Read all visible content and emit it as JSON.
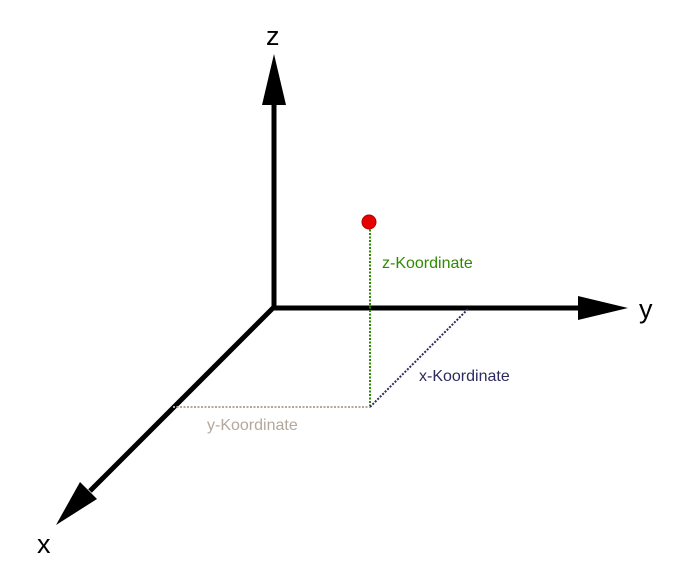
{
  "axes": {
    "x_label": "x",
    "y_label": "y",
    "z_label": "z"
  },
  "coordinates": {
    "z_label": "z-Koordinate",
    "x_label": "x-Koordinate",
    "y_label": "y-Koordinate"
  },
  "colors": {
    "axis": "#000000",
    "point": "#e60000",
    "z_coordinate": "#2e8b00",
    "x_coordinate": "#2d2a5e",
    "y_coordinate": "#b3a89b"
  }
}
